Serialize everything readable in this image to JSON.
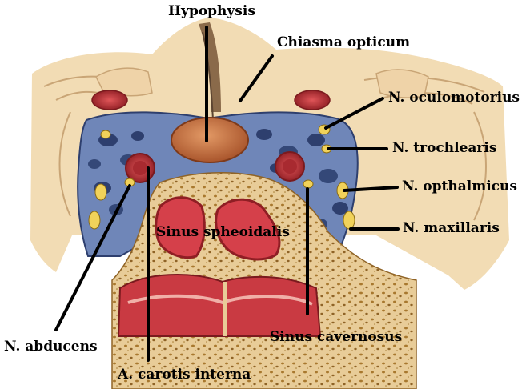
{
  "labels": {
    "hypophysis": "Hypophysis",
    "chiasma_opticum": "Chiasma opticum",
    "n_oculomotorius": "N. oculomotorius",
    "n_trochlearis": "N. trochlearis",
    "n_opthalmicus": "N. opthalmicus",
    "n_maxillaris": "N. maxillaris",
    "sinus_spheoidalis": "Sinus spheoidalis",
    "sinus_cavernosus": "Sinus cavernosus",
    "n_abducens": "N. abducens",
    "a_carotis_interna": "A. carotis interna"
  },
  "colors": {
    "background": "#ffffff",
    "brain_tissue": "#f2dcb4",
    "gyrus_outline": "#c9a576",
    "venous_plexus": "#6f86b8",
    "venous_dark": "#2e3f6e",
    "artery": "#c9363a",
    "hypophysis": "#c77042",
    "bone": "#e8cc98",
    "bone_pores": "#a8782e",
    "sinus_mucosa": "#d5404a",
    "nerve": "#f1d25a",
    "pointer": "#000000"
  }
}
